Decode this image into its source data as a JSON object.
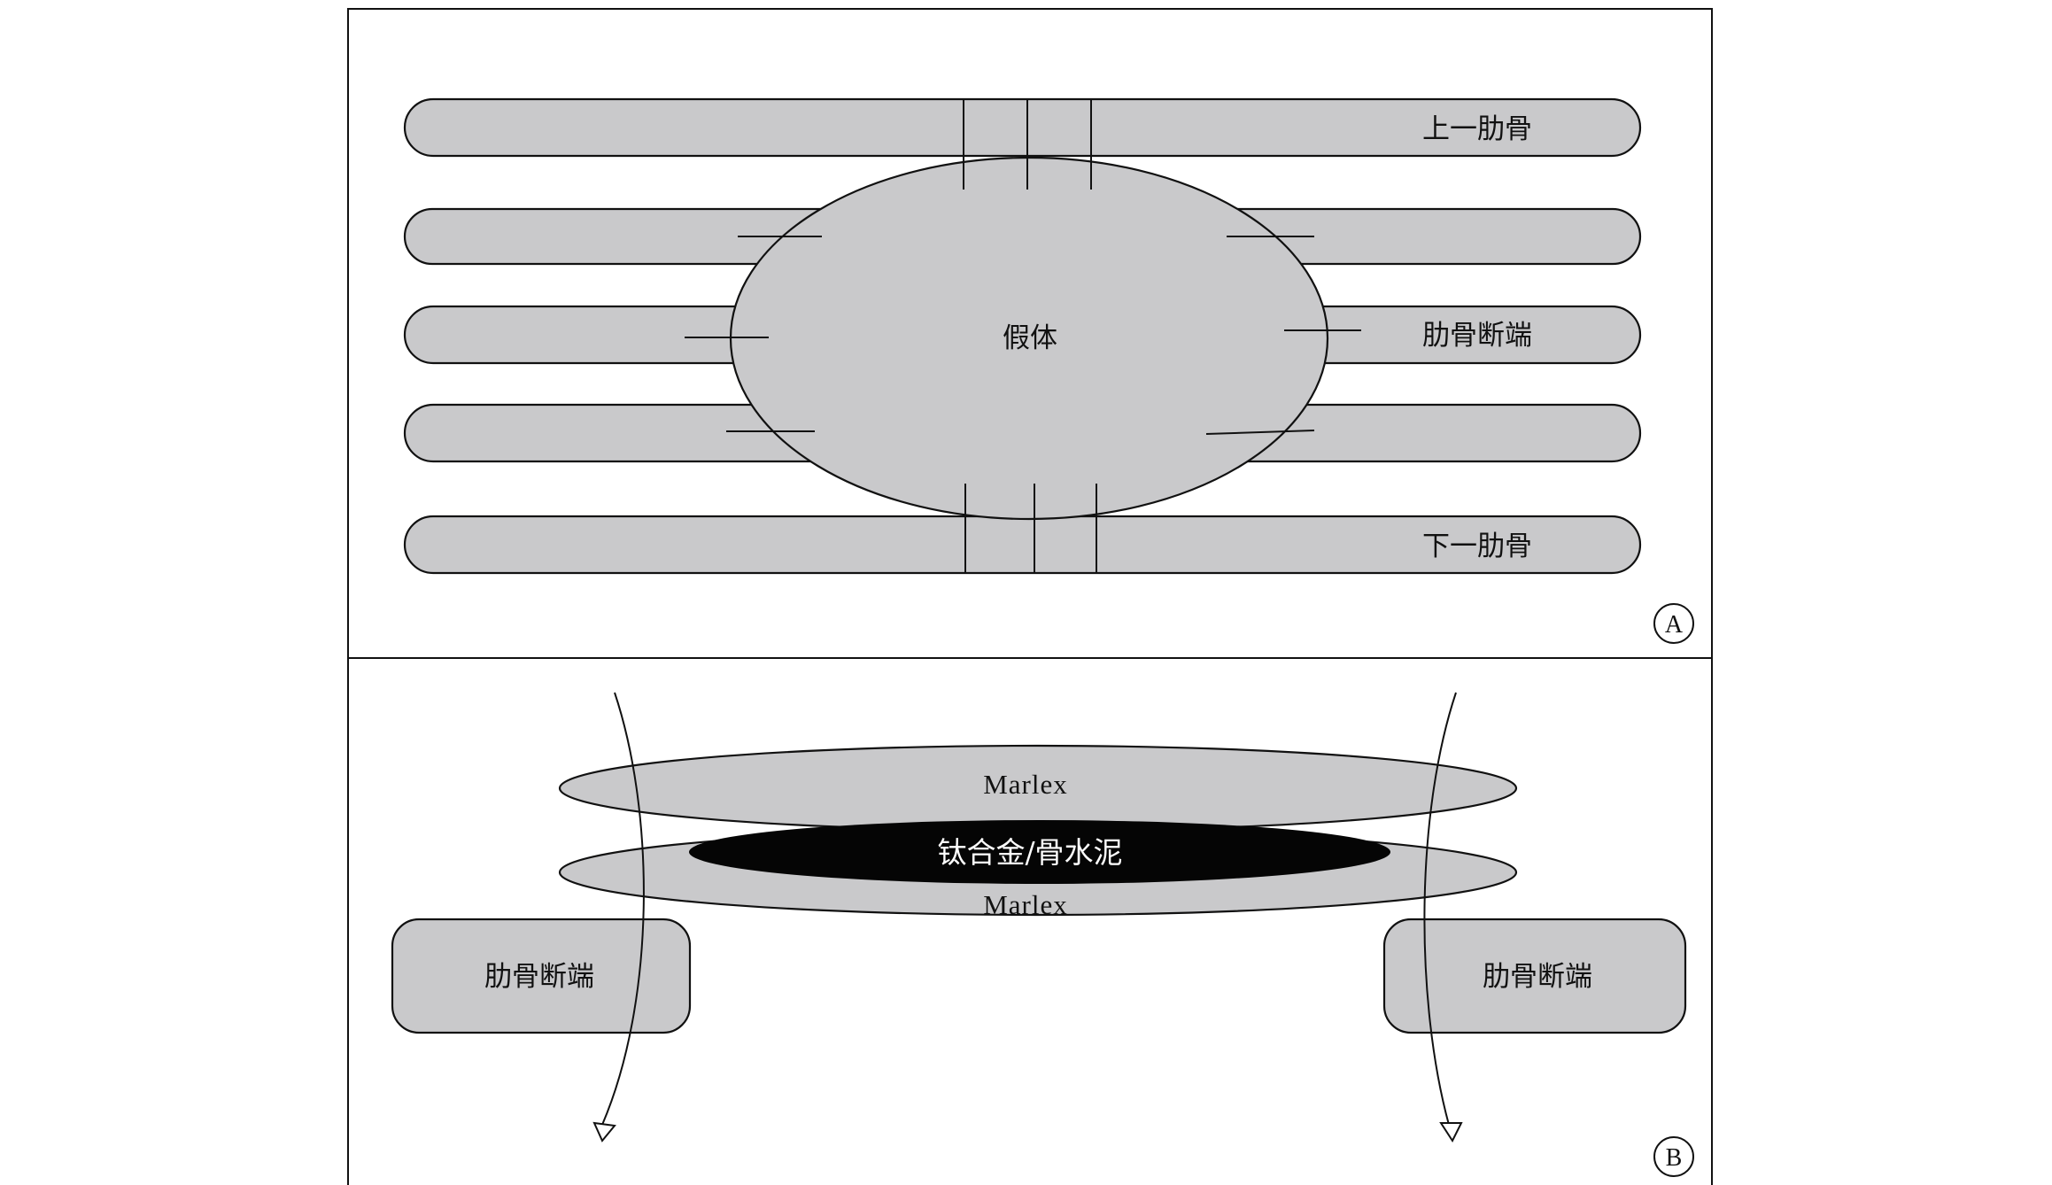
{
  "panel_a": {
    "letter": "A",
    "labels": {
      "upper_rib": "上一肋骨",
      "prosthesis": "假体",
      "rib_end": "肋骨断端",
      "lower_rib": "下一肋骨"
    }
  },
  "panel_b": {
    "letter": "B",
    "labels": {
      "marlex_top": "Marlex",
      "core": "钛合金/骨水泥",
      "marlex_bottom": "Marlex",
      "rib_end_left": "肋骨断端",
      "rib_end_right": "肋骨断端"
    }
  }
}
